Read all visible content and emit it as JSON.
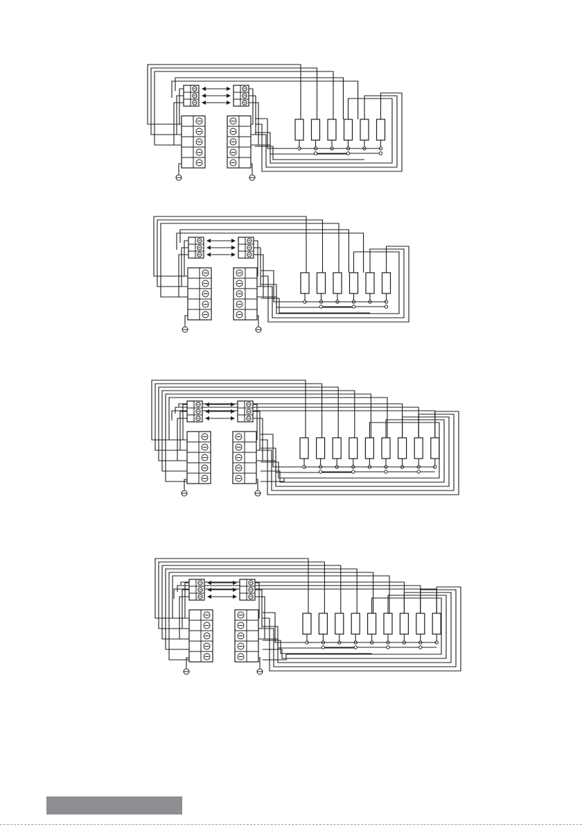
{
  "page": {
    "footer_bar_color": "#8c8e91",
    "line_color": "#1a1a1a"
  },
  "diagrams": [
    {
      "id": "wiring-diagram-1",
      "resistor_count": 6
    },
    {
      "id": "wiring-diagram-2",
      "resistor_count": 6
    },
    {
      "id": "wiring-diagram-3",
      "resistor_count": 9
    },
    {
      "id": "wiring-diagram-4",
      "resistor_count": 9
    }
  ],
  "icons": {
    "terminal_screw": "terminal-screw-icon",
    "ground": "ground-icon",
    "double_arrow": "double-arrow-icon"
  }
}
